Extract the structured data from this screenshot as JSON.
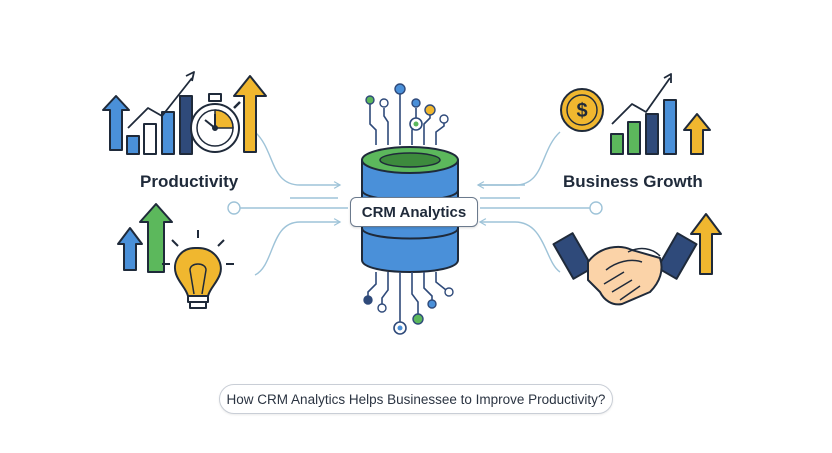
{
  "labels": {
    "productivity": "Productivity",
    "business_growth": "Business Growth",
    "center": "CRM Analytics"
  },
  "caption": "How CRM Analytics Helps Businessee to Improve Productivity?",
  "icons": {
    "top_left": "bar-chart-stopwatch-icon",
    "bottom_left": "lightbulb-arrows-icon",
    "top_right": "dollar-coin-bar-chart-icon",
    "bottom_right": "handshake-icon",
    "center": "database-circuit-icon"
  },
  "colors": {
    "blue": "#4a90d9",
    "navy": "#2f4a7a",
    "green": "#5cb85c",
    "yellow": "#f0b72f",
    "outline": "#1f2a3a",
    "connector": "#9ec3d8"
  }
}
